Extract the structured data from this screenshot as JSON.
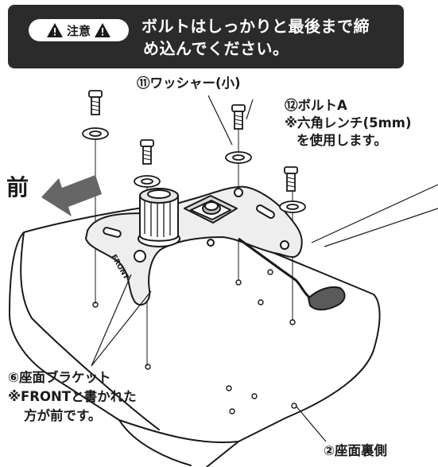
{
  "caution": {
    "tag": "注意",
    "text_line1": "ボルトはしっかりと最後まで締",
    "text_line2": "め込んでください。"
  },
  "labels": {
    "washer": "⑪ワッシャー(小)",
    "bolt": "⑫ボルトA",
    "wrench_line1": "※六角レンチ(5mm)",
    "wrench_line2": "を使用します。",
    "front_arrow": "前",
    "bracket_line1": "⑥座面ブラケット",
    "bracket_line2": "※FRONTと書かれた",
    "bracket_line3": "方が前です。",
    "seat_underside": "②座面裏側",
    "front_stamp": "FRONT"
  },
  "colors": {
    "caution_bg": "#2b2b2b",
    "arrow": "#666666",
    "line": "#1a1a1a",
    "bracket_fill": "#eeeeee"
  },
  "icons": [
    "warning-triangle-icon",
    "front-arrow-icon"
  ]
}
